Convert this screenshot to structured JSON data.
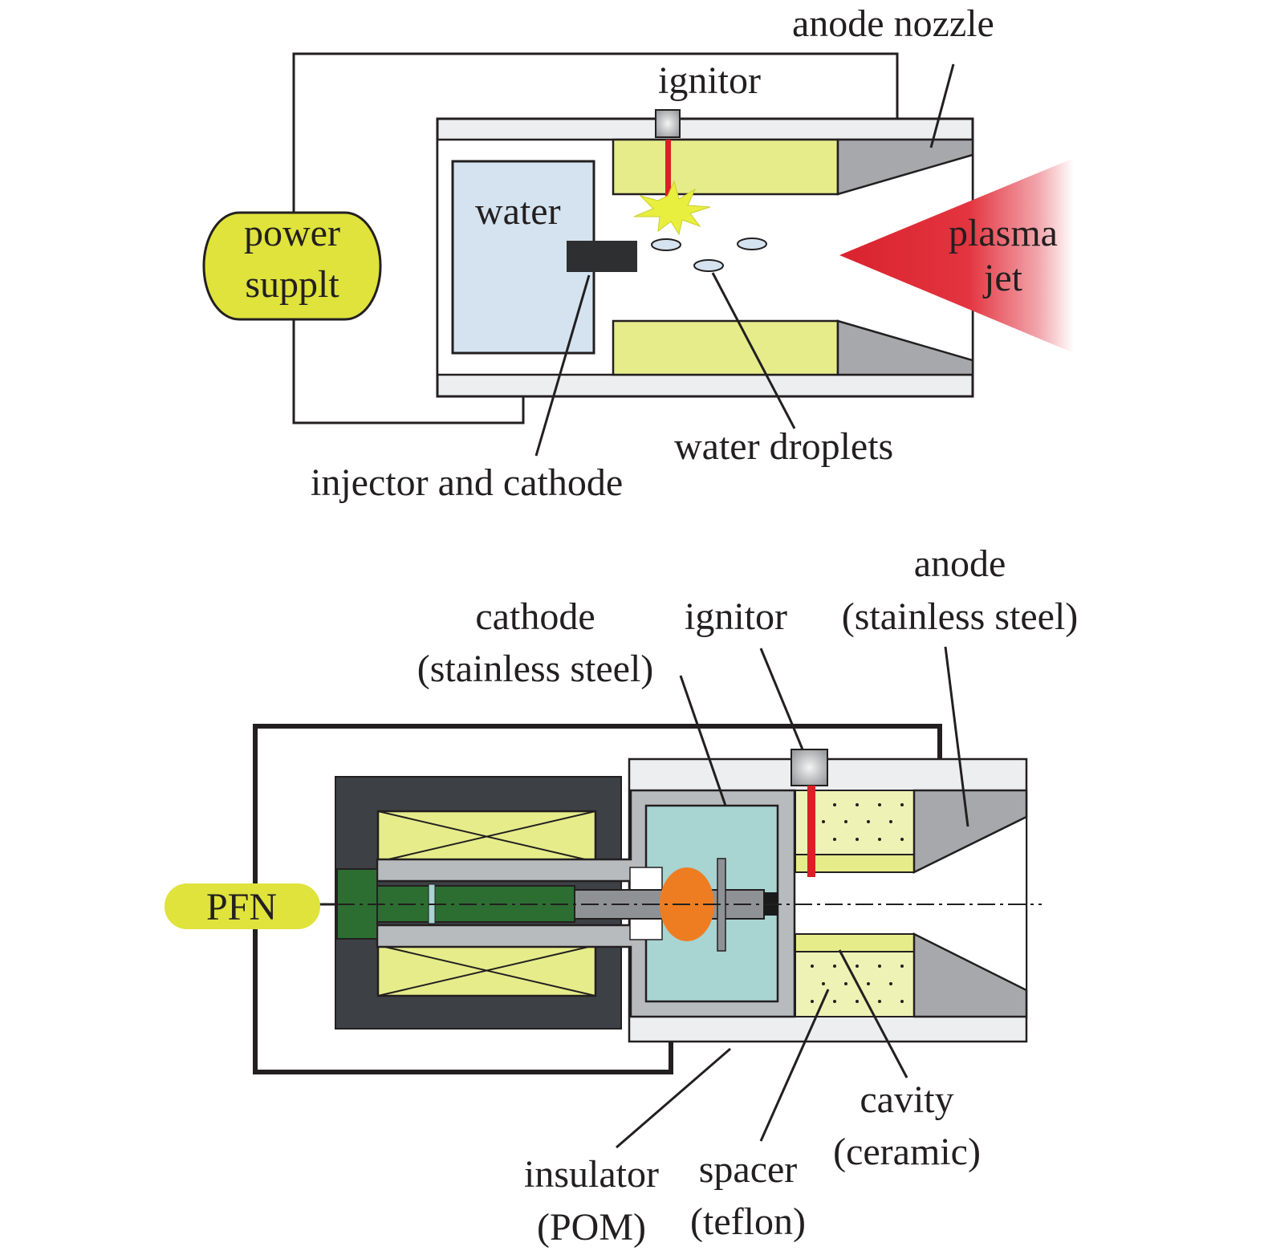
{
  "top_diagram": {
    "labels": {
      "anode_nozzle": "anode nozzle",
      "ignitor": "ignitor",
      "water": "water",
      "power_line1": "power",
      "power_line2": "supplt",
      "plasma_line1": "plasma",
      "plasma_line2": "jet",
      "water_droplets": "water droplets",
      "injector_cathode": "injector and cathode"
    }
  },
  "bottom_diagram": {
    "labels": {
      "anode_line1": "anode",
      "anode_line2": "(stainless steel)",
      "cathode_line1": "cathode",
      "cathode_line2": "(stainless steel)",
      "ignitor": "ignitor",
      "pfn": "PFN",
      "cavity_line1": "cavity",
      "cavity_line2": "(ceramic)",
      "spacer_line1": "spacer",
      "spacer_line2": "(teflon)",
      "insulator_line1": "insulator",
      "insulator_line2": "(POM)"
    }
  },
  "colors": {
    "yellow_green": "#e6ec8a",
    "supply_fill": "#dfe33c",
    "water_blue": "#d4e3ef",
    "nozzle_gray": "#a6a8ab",
    "shell_gray": "#eceeef",
    "plasma_red": "#d9232e",
    "chamber_teal": "#a8d4d2",
    "coil_dark": "#3d4145",
    "green_rod": "#2c6e31",
    "orange": "#ee7d22",
    "ignitor_red": "#dc1f26"
  }
}
